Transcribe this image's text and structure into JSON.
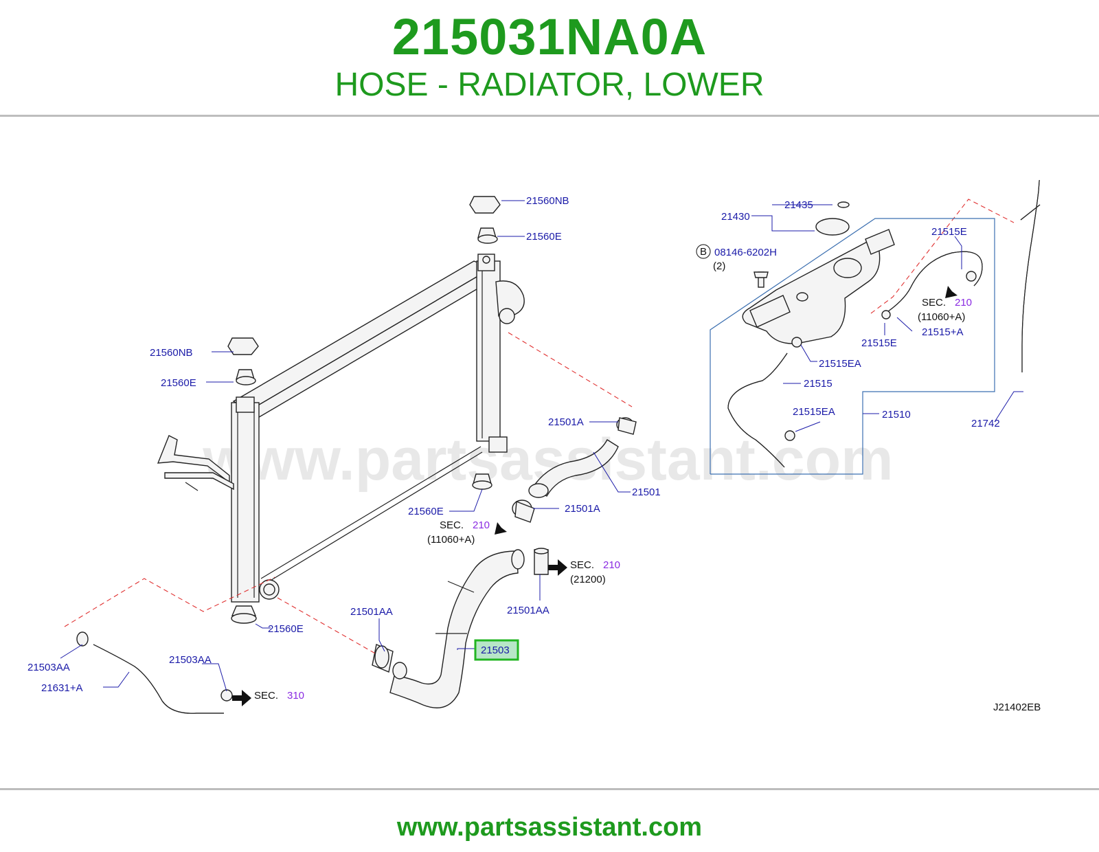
{
  "header": {
    "part_number": "215031NA0A",
    "part_name": "HOSE - RADIATOR, LOWER"
  },
  "diagram": {
    "watermark": "www.partsassistant.com",
    "diagram_code": "J21402EB",
    "highlight_color": "#22b522",
    "labels": {
      "l21560nb_top": "21560NB",
      "l21560e_top": "21560E",
      "l21560nb_left": "21560NB",
      "l21560e_left": "21560E",
      "l21501a_top": "21501A",
      "l21501": "21501",
      "l21501a_mid": "21501A",
      "l21560e_mid": "21560E",
      "l21501aa_right": "21501AA",
      "l21501aa_left": "21501AA",
      "l21503": "21503",
      "l21560e_bottom": "21560E",
      "l21503aa_left": "21503AA",
      "l21631a": "21631+A",
      "l21503aa_mid": "21503AA",
      "l21430": "21430",
      "l21435": "21435",
      "l08146": "08146-6202H",
      "l08146_qty": "(2)",
      "l08146_badge": "B",
      "l21515e_top": "21515E",
      "l21515e_mid": "21515E",
      "l21515a": "21515+A",
      "l21515ea_top": "21515EA",
      "l21515": "21515",
      "l21515ea_bottom": "21515EA",
      "l21510": "21510",
      "l21742": "21742"
    },
    "section_refs": {
      "sec_mid": {
        "label": "SEC.",
        "num": "210",
        "ref": "(11060+A)"
      },
      "sec_right": {
        "label": "SEC.",
        "num": "210",
        "ref": "(21200)"
      },
      "sec_bottom": {
        "label": "SEC.",
        "num": "310"
      },
      "sec_tank": {
        "label": "SEC.",
        "num": "210",
        "ref": "(11060+A)"
      }
    }
  },
  "footer": {
    "url": "www.partsassistant.com"
  }
}
